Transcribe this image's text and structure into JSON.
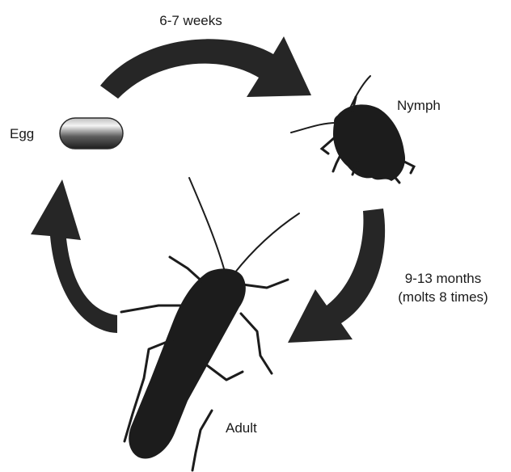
{
  "diagram": {
    "stages": {
      "egg": "Egg",
      "nymph": "Nymph",
      "adult": "Adult"
    },
    "transitions": {
      "egg_to_nymph": "6-7 weeks",
      "nymph_to_adult_line1": "9-13 months",
      "nymph_to_adult_line2": "(molts 8 times)"
    }
  },
  "colors": {
    "arrow": "#262626",
    "silhouette": "#1c1c1c"
  }
}
